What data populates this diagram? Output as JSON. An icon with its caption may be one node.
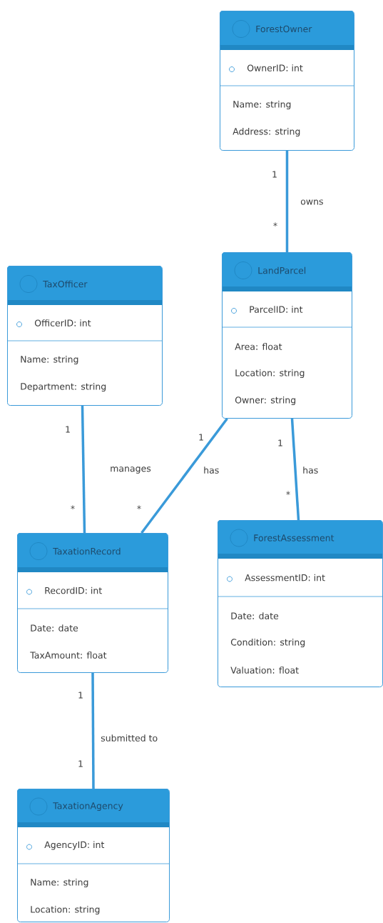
{
  "diagram": {
    "nodes": [
      {
        "text": [
          "ForestOwner",
          "OwnerID: int",
          "Name: string",
          "Address: string"
        ]
      },
      {
        "text": [
          "LandParcel",
          "ParcelID: int",
          "Area: float",
          "Location: string",
          "Owner: string"
        ]
      },
      {
        "text": [
          "TaxOfficer",
          "OfficerID: int",
          "Name: string",
          "Department: string"
        ]
      },
      {
        "text": [
          "TaxationRecord",
          "RecordID: int",
          "Date: date",
          "TaxAmount: float"
        ]
      },
      {
        "text": [
          "ForestAssessment",
          "AssessmentID: int",
          "Date: date",
          "Condition: string",
          "Valuation: float"
        ]
      },
      {
        "text": [
          "TaxationAgency",
          "AgencyID: int",
          "Name: string",
          "Location: string"
        ]
      }
    ],
    "edges": [
      {
        "from": 0,
        "to": 1,
        "arrow": "none",
        "label": "owns"
      },
      {
        "from": 2,
        "to": 3,
        "arrow": "none",
        "label": "manages"
      },
      {
        "from": 1,
        "to": 3,
        "arrow": "none",
        "label": "has"
      },
      {
        "from": 1,
        "to": 4,
        "arrow": "none",
        "label": "has"
      },
      {
        "from": 3,
        "to": 5,
        "arrow": "none",
        "label": "submitted to"
      }
    ],
    "labels": [
      "1",
      "*",
      "1",
      "1",
      "1",
      "*",
      "*",
      "*",
      "1",
      "1"
    ]
  }
}
